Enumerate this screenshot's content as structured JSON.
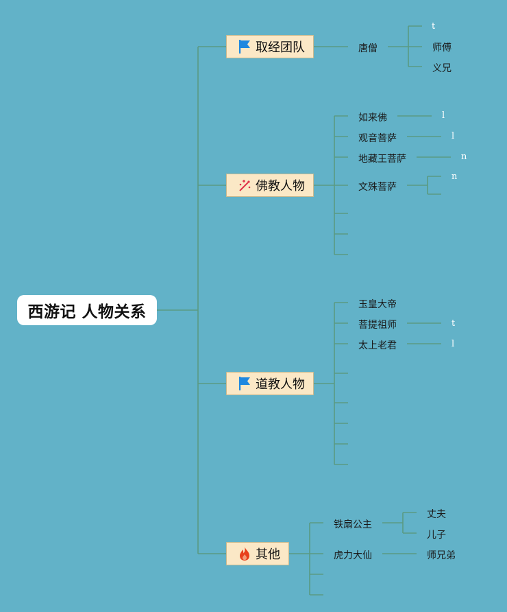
{
  "root": {
    "label": "西游记 人物关系"
  },
  "branches": [
    {
      "label": "取经团队",
      "icon": "flag-icon",
      "children": [
        {
          "label": "唐僧",
          "children": [
            "t",
            "师傅",
            "义兄"
          ]
        }
      ]
    },
    {
      "label": "佛教人物",
      "icon": "sparkle-icon",
      "children": [
        {
          "label": "如来佛",
          "children": [
            "l"
          ]
        },
        {
          "label": "观音菩萨",
          "children": [
            "l"
          ]
        },
        {
          "label": "地藏王菩萨",
          "children": [
            "n"
          ]
        },
        {
          "label": "文殊菩萨",
          "children": [
            "n"
          ]
        }
      ]
    },
    {
      "label": "道教人物",
      "icon": "flag-icon",
      "children": [
        {
          "label": "玉皇大帝"
        },
        {
          "label": "菩提祖师",
          "children": [
            "t"
          ]
        },
        {
          "label": "太上老君",
          "children": [
            "l"
          ]
        }
      ]
    },
    {
      "label": "其他",
      "icon": "fire-icon",
      "children": [
        {
          "label": "铁扇公主",
          "children": [
            "丈夫",
            "儿子"
          ]
        },
        {
          "label": "虎力大仙",
          "children": [
            "师兄弟"
          ]
        }
      ]
    }
  ],
  "colors": {
    "background": "#62b2c8",
    "connector": "#5a9a82",
    "branch_fill": "#fbe8c6",
    "flag": "#1f88e0",
    "sparkle": "#e0334a",
    "fire": "#e8401c"
  }
}
